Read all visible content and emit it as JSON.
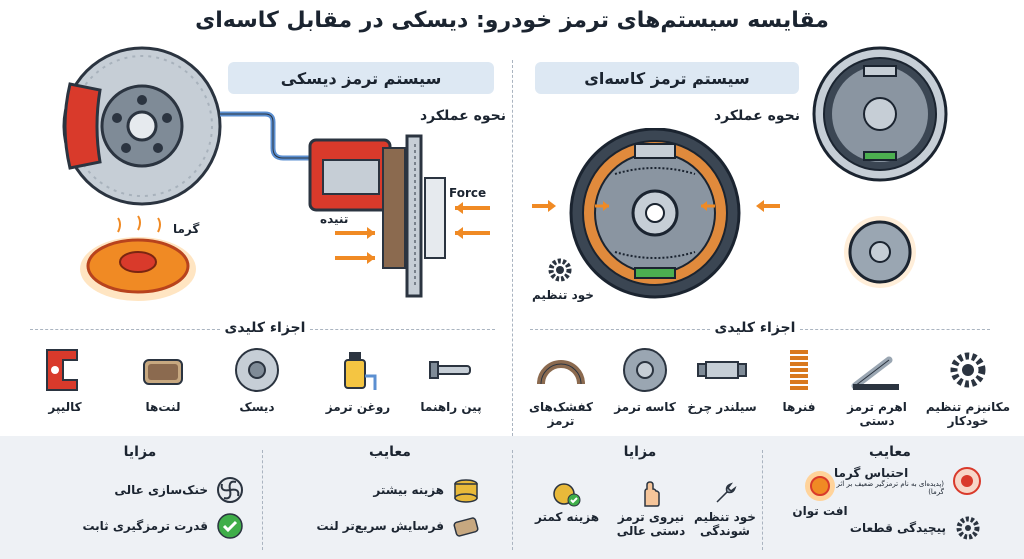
{
  "title": "مقایسه سیستم‌های ترمز خودرو: دیسکی در مقابل کاسه‌ای",
  "disc": {
    "banner": "سیستم ترمز دیسکی",
    "how_it_works": "نحوه عملکرد",
    "force_label": "Force",
    "clamp_label": "تنیده",
    "heat_label": "گرما",
    "key_parts_title": "اجزاء کلیدی",
    "parts": [
      "کالیپر",
      "لنت‌ها",
      "دیسک",
      "روغن ترمز",
      "پین راهنما"
    ],
    "advantages_title": "مزایا",
    "advantages": [
      "خنک‌سازی عالی",
      "قدرت ترمزگیری ثابت"
    ],
    "disadvantages_title": "معایب",
    "disadvantages": [
      "هزینه بیشتر",
      "فرسایش سریع‌تر لنت"
    ]
  },
  "drum": {
    "banner": "سیستم ترمز کاسه‌ای",
    "how_it_works": "نحوه عملکرد",
    "self_adjust_label": "خود تنظیم",
    "key_parts_title": "اجزاء کلیدی",
    "parts": [
      "کفشک‌های ترمز",
      "کاسه ترمز",
      "سیلندر چرخ",
      "فنرها",
      "اهرم ترمز دستی",
      "مکانیزم تنظیم خودکار"
    ],
    "advantages_title": "مزایا",
    "advantages": [
      "هزینه کمتر",
      "نیروی ترمز دستی عالی",
      "خود تنظیم شوندگی"
    ],
    "disadvantages_title": "معایب",
    "disadvantages": [
      "احتباس گرما",
      "افت توان",
      "پیچیدگی قطعات"
    ],
    "heat_note": "(پدیده‌ای به نام ترمزگیر ضعیف بر اثر گرما)"
  },
  "colors": {
    "accent_red": "#d93a2b",
    "accent_orange": "#f08a24",
    "banner_bg": "#dde8f3",
    "steel": "#9aa6b2",
    "dark": "#2b3440"
  }
}
